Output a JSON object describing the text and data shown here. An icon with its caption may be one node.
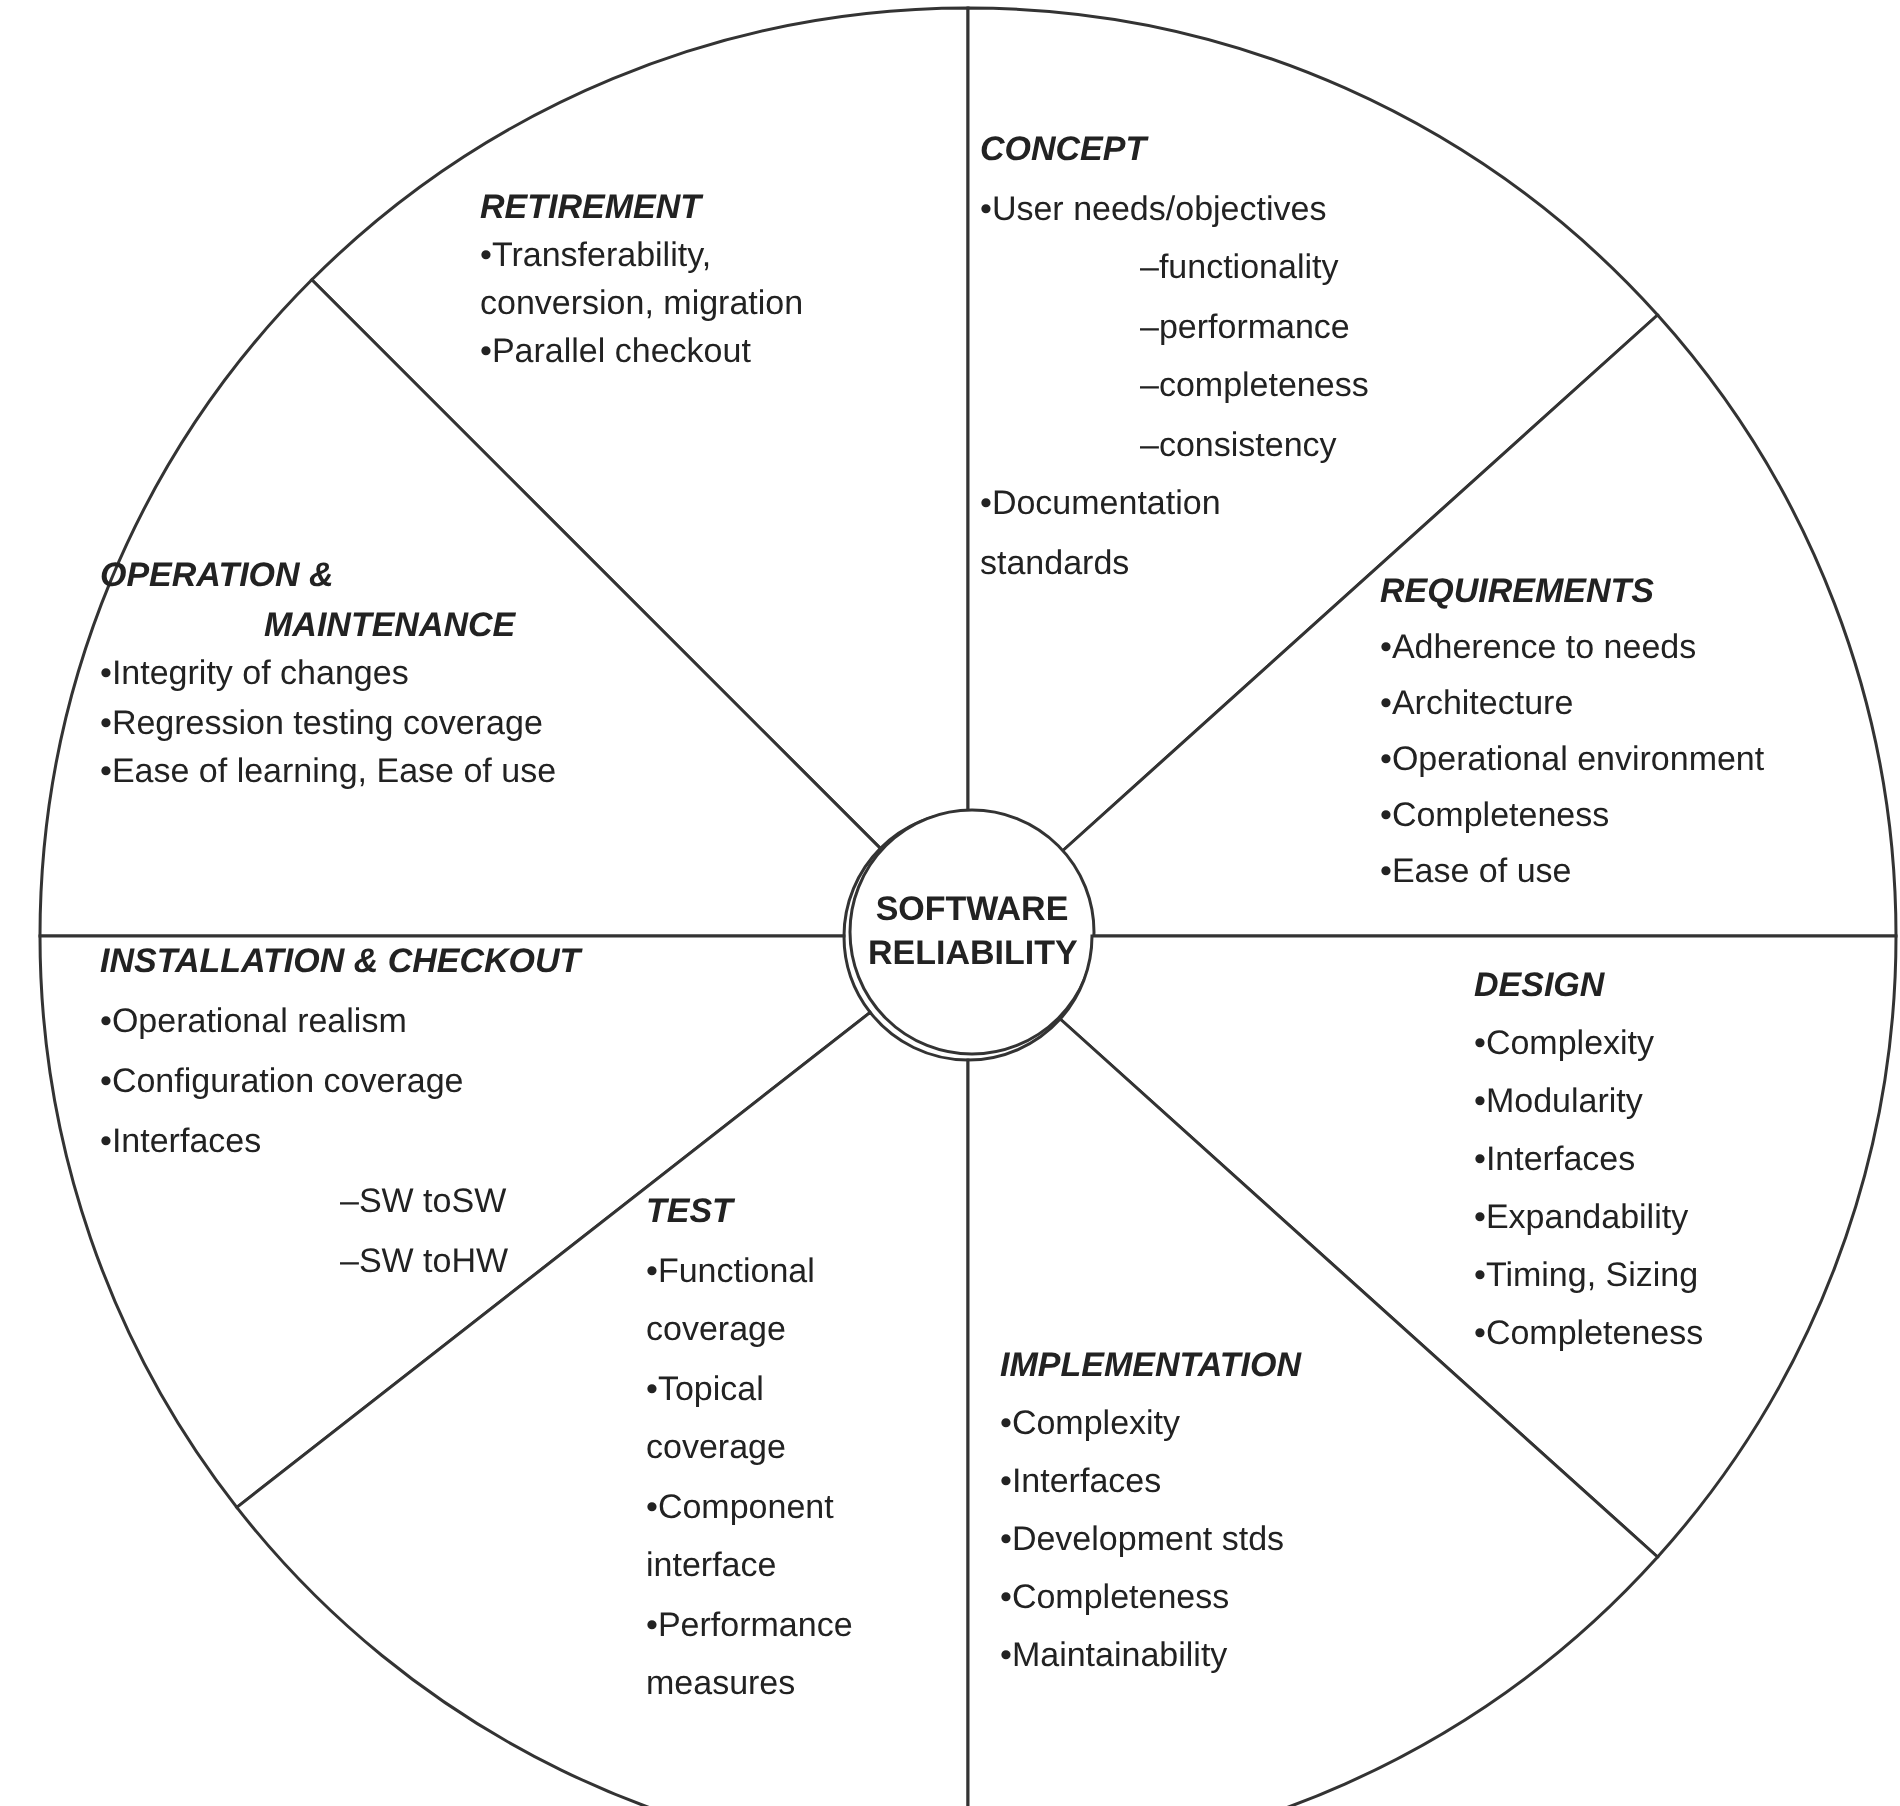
{
  "diagram": {
    "nodes": [
      {
        "text": [
          "RETIREMENT",
          "•Transferability, conversion, migration",
          "•Parallel checkout"
        ]
      },
      {
        "text": [
          "CONCEPT",
          "•User needs/objectives",
          "–functionality",
          "–performance",
          "–completeness",
          "–consistency",
          "•Documentation standards"
        ]
      },
      {
        "text": [
          "OPERATION & MAINTENANCE",
          "•Integrity of changes",
          "•Regression testing coverage",
          "•Ease of learning, Ease of use"
        ]
      },
      {
        "text": [
          "REQUIREMENTS",
          "•Adherence to needs",
          "•Architecture",
          "•Operational environment",
          "•Completeness",
          "•Ease of use"
        ]
      },
      {
        "text": [
          "SOFTWARE RELIABILITY"
        ]
      },
      {
        "text": [
          "INSTALLATION & CHECKOUT",
          "•Operational realism",
          "•Configuration coverage",
          "•Interfaces",
          "–SW toSW",
          "–SW toHW"
        ]
      },
      {
        "text": [
          "DESIGN",
          "•Complexity",
          "•Modularity",
          "•Interfaces",
          "•Expandability",
          "•Timing, Sizing",
          "•Completeness"
        ]
      },
      {
        "text": [
          "TEST",
          "•Functional coverage",
          "•Topical coverage",
          "•Component interface",
          "•Performance measures"
        ]
      },
      {
        "text": [
          "IMPLEMENTATION",
          "•Complexity",
          "•Interfaces",
          "•Development stds",
          "•Completeness",
          "•Maintainability"
        ]
      }
    ]
  }
}
